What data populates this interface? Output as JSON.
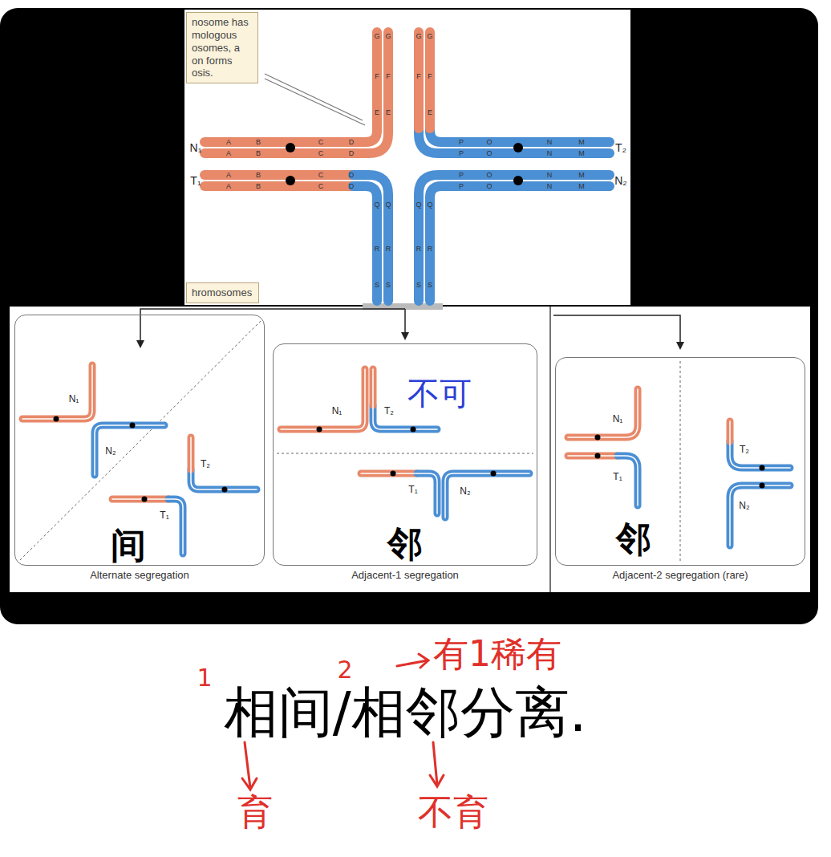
{
  "diagram": {
    "nodes": [
      {
        "text": [
          "nosome has mologous osomes, a on forms osis."
        ]
      },
      {
        "text": [
          "hromosomes"
        ]
      },
      {
        "text": [
          "Alternate segregation"
        ]
      },
      {
        "text": [
          "Adjacent-1 segregation"
        ]
      },
      {
        "text": [
          "Adjacent-2 segregation (rare)"
        ]
      }
    ],
    "labels": [
      "N₁",
      "T₂",
      "T₁",
      "N₂",
      "A",
      "B",
      "C",
      "D",
      "A",
      "B",
      "C",
      "D",
      "A",
      "B",
      "C",
      "D",
      "A",
      "B",
      "C",
      "D",
      "P",
      "O",
      "N",
      "M",
      "P",
      "O",
      "N",
      "M",
      "P",
      "O",
      "N",
      "M",
      "P",
      "O",
      "N",
      "M",
      "G",
      "G",
      "G",
      "G",
      "F",
      "F",
      "F",
      "F",
      "E",
      "E",
      "E",
      "Q",
      "Q",
      "Q",
      "Q",
      "R",
      "R",
      "R",
      "R",
      "S",
      "S",
      "S",
      "S",
      "N₁",
      "N₂",
      "T₂",
      "T₁",
      "N₁",
      "T₂",
      "T₁",
      "N₂",
      "N₁",
      "T₁",
      "T₂",
      "N₂",
      "间",
      "不可",
      "邻",
      "邻",
      "有1稀有",
      "1",
      "2",
      "相间/相邻分离.",
      "育",
      "不育"
    ]
  }
}
